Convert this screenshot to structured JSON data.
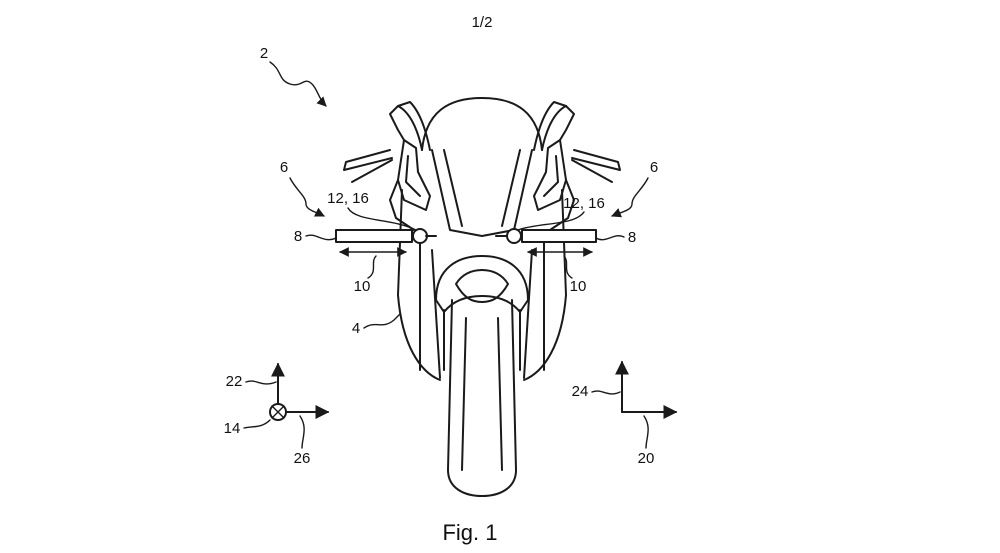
{
  "sheet_number": "1/2",
  "figure_caption": "Fig. 1",
  "reference_labels": {
    "motorcycle": "2",
    "body": "4",
    "mirror_assembly_left": "6",
    "mirror_assembly_right": "6",
    "mirror_arm_left": "8",
    "mirror_arm_right": "8",
    "adjust_direction_left": "10",
    "adjust_direction_right": "10",
    "pivot_left": "12, 16",
    "pivot_right": "12, 16",
    "axis_into_page": "14",
    "axis_transverse_right": "20",
    "axis_up_left": "22",
    "axis_up_right": "24",
    "axis_transverse_left": "26"
  }
}
